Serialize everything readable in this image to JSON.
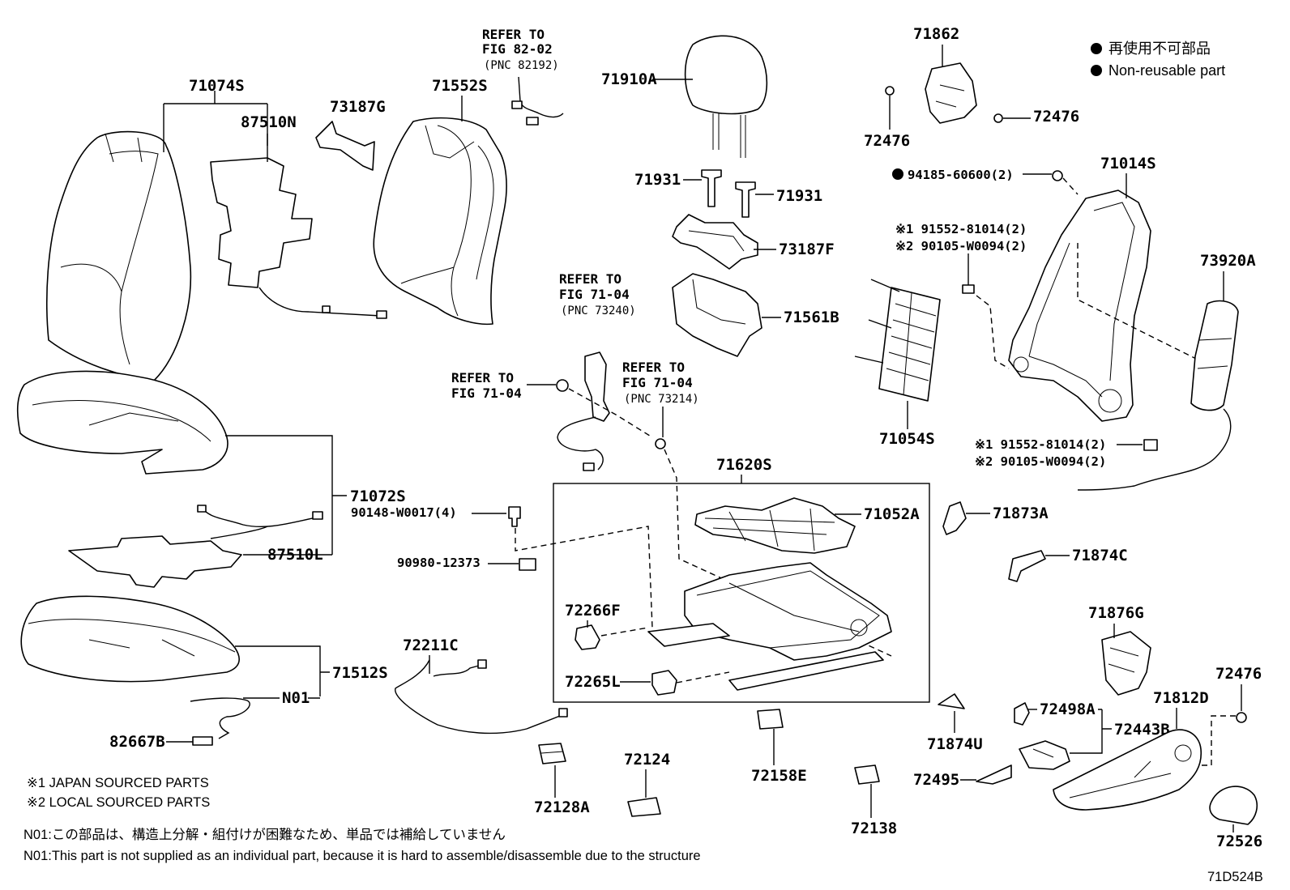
{
  "legend": {
    "items": [
      "再使用不可部品",
      "Non-reusable part"
    ]
  },
  "refs": {
    "fig8202": [
      "REFER TO",
      "FIG 82-02",
      "(PNC 82192)"
    ],
    "fig7104a": [
      "REFER TO",
      "FIG 71-04",
      "(PNC 73240)"
    ],
    "fig7104b": [
      "REFER TO",
      "FIG 71-04"
    ],
    "fig7104c": [
      "REFER TO",
      "FIG 71-04",
      "(PNC 73214)"
    ]
  },
  "parts": {
    "p71074S": "71074S",
    "p87510N": "87510N",
    "p73187G": "73187G",
    "p71552S": "71552S",
    "p71910A": "71910A",
    "p71862": "71862",
    "p72476a": "72476",
    "p72476b": "72476",
    "p72476c": "72476",
    "p71931a": "71931",
    "p71931b": "71931",
    "p73187F": "73187F",
    "p71561B": "71561B",
    "p94185": "94185-60600(2)",
    "p71014S": "71014S",
    "p91552a": "※1 91552-81014(2)",
    "p90105a": "※2 90105-W0094(2)",
    "p73920A": "73920A",
    "p71054S": "71054S",
    "p91552b": "※1 91552-81014(2)",
    "p90105b": "※2 90105-W0094(2)",
    "p71072S": "71072S",
    "p87510L": "87510L",
    "p90148": "90148-W0017(4)",
    "p90980": "90980-12373",
    "p71620S": "71620S",
    "p71052A": "71052A",
    "p71873A": "71873A",
    "p71874C": "71874C",
    "p72266F": "72266F",
    "p72265L": "72265L",
    "p71512S": "71512S",
    "pN01": "N01",
    "p72211C": "72211C",
    "p82667B": "82667B",
    "p71876G": "71876G",
    "p71874U": "71874U",
    "p72498A": "72498A",
    "p72443B": "72443B",
    "p71812D": "71812D",
    "p72158E": "72158E",
    "p72124": "72124",
    "p72128A": "72128A",
    "p72138": "72138",
    "p72495": "72495",
    "p72526": "72526"
  },
  "notes": {
    "japan": "※1 JAPAN SOURCED PARTS",
    "local": "※2 LOCAL SOURCED PARTS",
    "n01_jp": "N01:この部品は、構造上分解・組付けが困難なため、単品では補給していません",
    "n01_en": "N01:This part is not supplied as an individual part, because it is hard to assemble/disassemble due to the structure"
  },
  "figure_id": "71D524B"
}
